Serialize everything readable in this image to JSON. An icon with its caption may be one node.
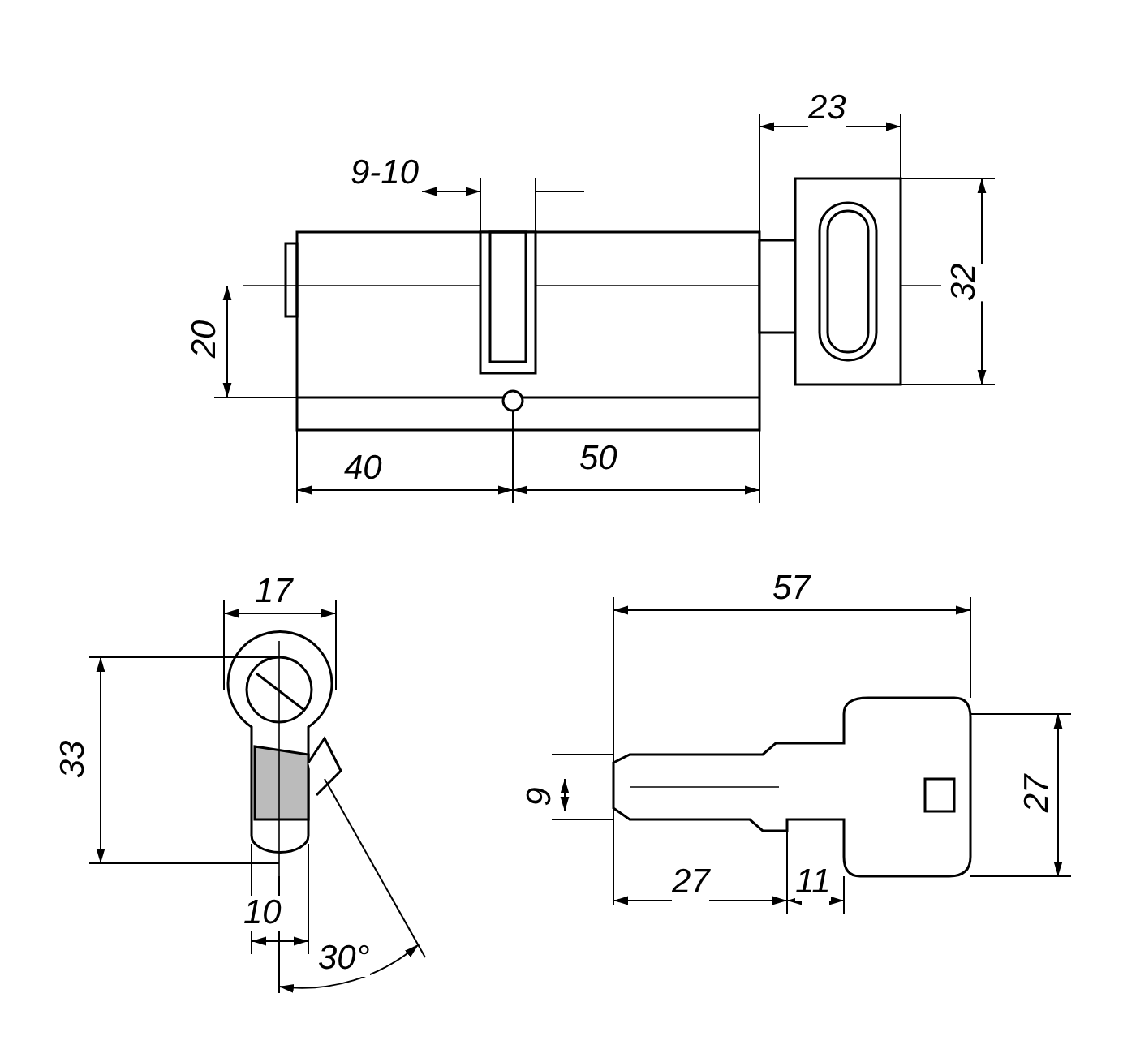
{
  "diagram": {
    "labels": [
      "23",
      "9-10",
      "32",
      "20",
      "40",
      "50",
      "17",
      "57",
      "33",
      "9",
      "27",
      "27",
      "11",
      "10",
      "30°"
    ]
  }
}
